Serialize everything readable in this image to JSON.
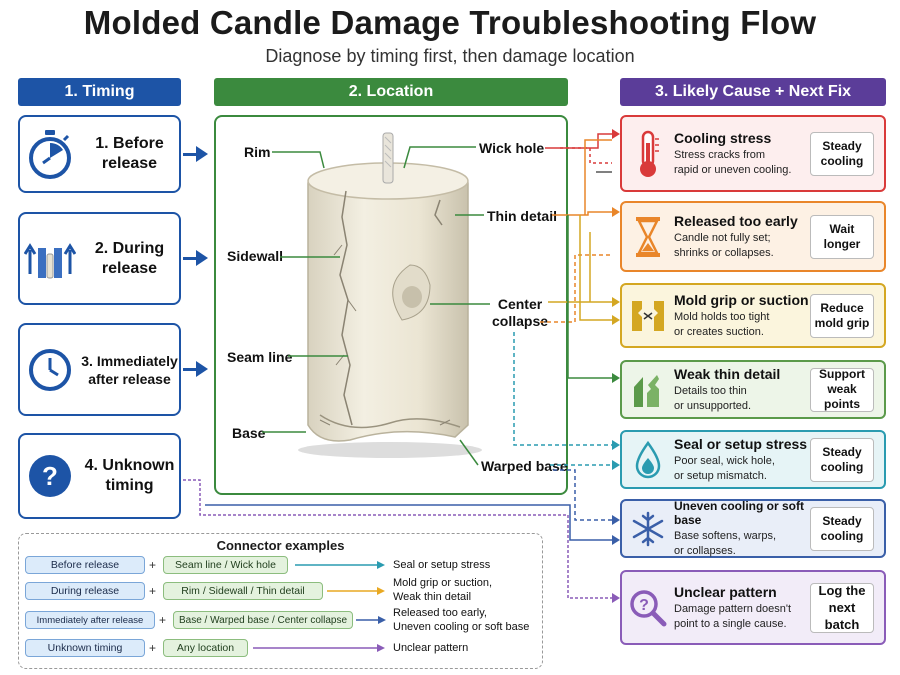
{
  "header": {
    "title": "Molded Candle Damage Troubleshooting Flow",
    "subtitle": "Diagnose by timing first, then damage location"
  },
  "columns": {
    "timing": "1. Timing",
    "location": "2. Location",
    "cause": "3. Likely Cause + Next Fix"
  },
  "timing": [
    {
      "label": "1. Before release",
      "icon": "stopwatch-icon"
    },
    {
      "label": "2. During release",
      "icon": "mold-release-icon"
    },
    {
      "label": "3. Immediately after release",
      "icon": "clock-icon"
    },
    {
      "label": "4. Unknown timing",
      "icon": "question-icon"
    }
  ],
  "locations": {
    "rim": "Rim",
    "sidewall": "Sidewall",
    "seam_line": "Seam line",
    "base": "Base",
    "wick_hole": "Wick hole",
    "thin_detail": "Thin detail",
    "center_collapse_1": "Center",
    "center_collapse_2": "collapse",
    "warped_base": "Warped base"
  },
  "causes": [
    {
      "title": "Cooling stress",
      "desc1": "Stress cracks from",
      "desc2": "rapid or uneven cooling.",
      "fix1": "Steady",
      "fix2": "cooling",
      "color": "#d93a3a",
      "bg": "#fdeeee",
      "icon": "thermometer-icon"
    },
    {
      "title": "Released too early",
      "desc1": "Candle not fully set;",
      "desc2": "shrinks or collapses.",
      "fix1": "Wait",
      "fix2": "longer",
      "color": "#e9862a",
      "bg": "#fdf1e4",
      "icon": "hourglass-icon"
    },
    {
      "title": "Mold grip or suction",
      "desc1": "Mold holds too tight",
      "desc2": "or creates suction.",
      "fix1": "Reduce",
      "fix2": "mold grip",
      "color": "#d4a722",
      "bg": "#fbf5dd",
      "icon": "mold-grip-icon"
    },
    {
      "title": "Weak thin detail",
      "desc1": "Details too thin",
      "desc2": "or unsupported.",
      "fix1": "Support",
      "fix2": "weak points",
      "color": "#5b9a4a",
      "bg": "#edf5e8",
      "icon": "broken-detail-icon"
    },
    {
      "title": "Seal or setup stress",
      "desc1": "Poor seal, wick hole,",
      "desc2": "or setup mismatch.",
      "fix1": "Steady",
      "fix2": "cooling",
      "color": "#2a9bb0",
      "bg": "#e6f4f6",
      "icon": "drop-icon"
    },
    {
      "title": "Uneven cooling or soft base",
      "desc1": "Base softens, warps,",
      "desc2": "or collapses.",
      "fix1": "Steady",
      "fix2": "cooling",
      "color": "#3a5fa8",
      "bg": "#e9eef8",
      "icon": "snowflake-icon"
    },
    {
      "title": "Unclear pattern",
      "desc1": "Damage pattern doesn't",
      "desc2": "point to a single cause.",
      "fix1": "Log the",
      "fix2": "next batch",
      "color": "#8a5cb8",
      "bg": "#f2ecf8",
      "icon": "magnifier-question-icon"
    }
  ],
  "legend": {
    "title": "Connector examples",
    "rows": [
      {
        "timing": "Before release",
        "location": "Seam line / Wick hole",
        "result1": "Seal or setup stress",
        "result2": ""
      },
      {
        "timing": "During release",
        "location": "Rim / Sidewall / Thin detail",
        "result1": "Mold grip or suction,",
        "result2": "Weak thin detail"
      },
      {
        "timing": "Immediately after release",
        "location": "Base / Warped base / Center collapse",
        "result1": "Released too early,",
        "result2": "Uneven cooling or soft base"
      },
      {
        "timing": "Unknown timing",
        "location": "Any location",
        "result1": "Unclear pattern",
        "result2": ""
      }
    ],
    "plus": "+"
  },
  "colors": {
    "timing": "#1d54a6",
    "location": "#3b8a3e",
    "cause": "#5b3d99"
  }
}
